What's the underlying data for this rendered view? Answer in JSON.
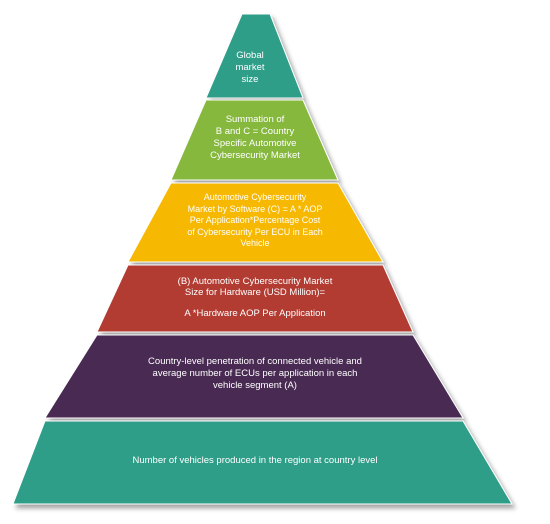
{
  "tiers": [
    {
      "label": "Global\nmarket\nsize",
      "color": "#2e9e88"
    },
    {
      "label": "Summation of\nB and C = Country\nSpecific Automotive\nCybersecurity Market",
      "color": "#86b83c"
    },
    {
      "label": "Automotive Cybersecurity\nMarket by Software (C) = A * AOP\nPer Application*Percentage Cost\nof Cybersecurity Per ECU in Each\nVehicle",
      "color": "#f6b800"
    },
    {
      "label": "(B) Automotive Cybersecurity Market\nSize for Hardware (USD Million)=\n\nA *Hardware AOP Per Application",
      "color": "#b23a33"
    },
    {
      "label": "Country-level penetration of connected vehicle and\naverage number of ECUs per application in each\nvehicle segment (A)",
      "color": "#4a2b52"
    },
    {
      "label": "Number of vehicles produced in the region at country level",
      "color": "#2e9e88"
    }
  ]
}
